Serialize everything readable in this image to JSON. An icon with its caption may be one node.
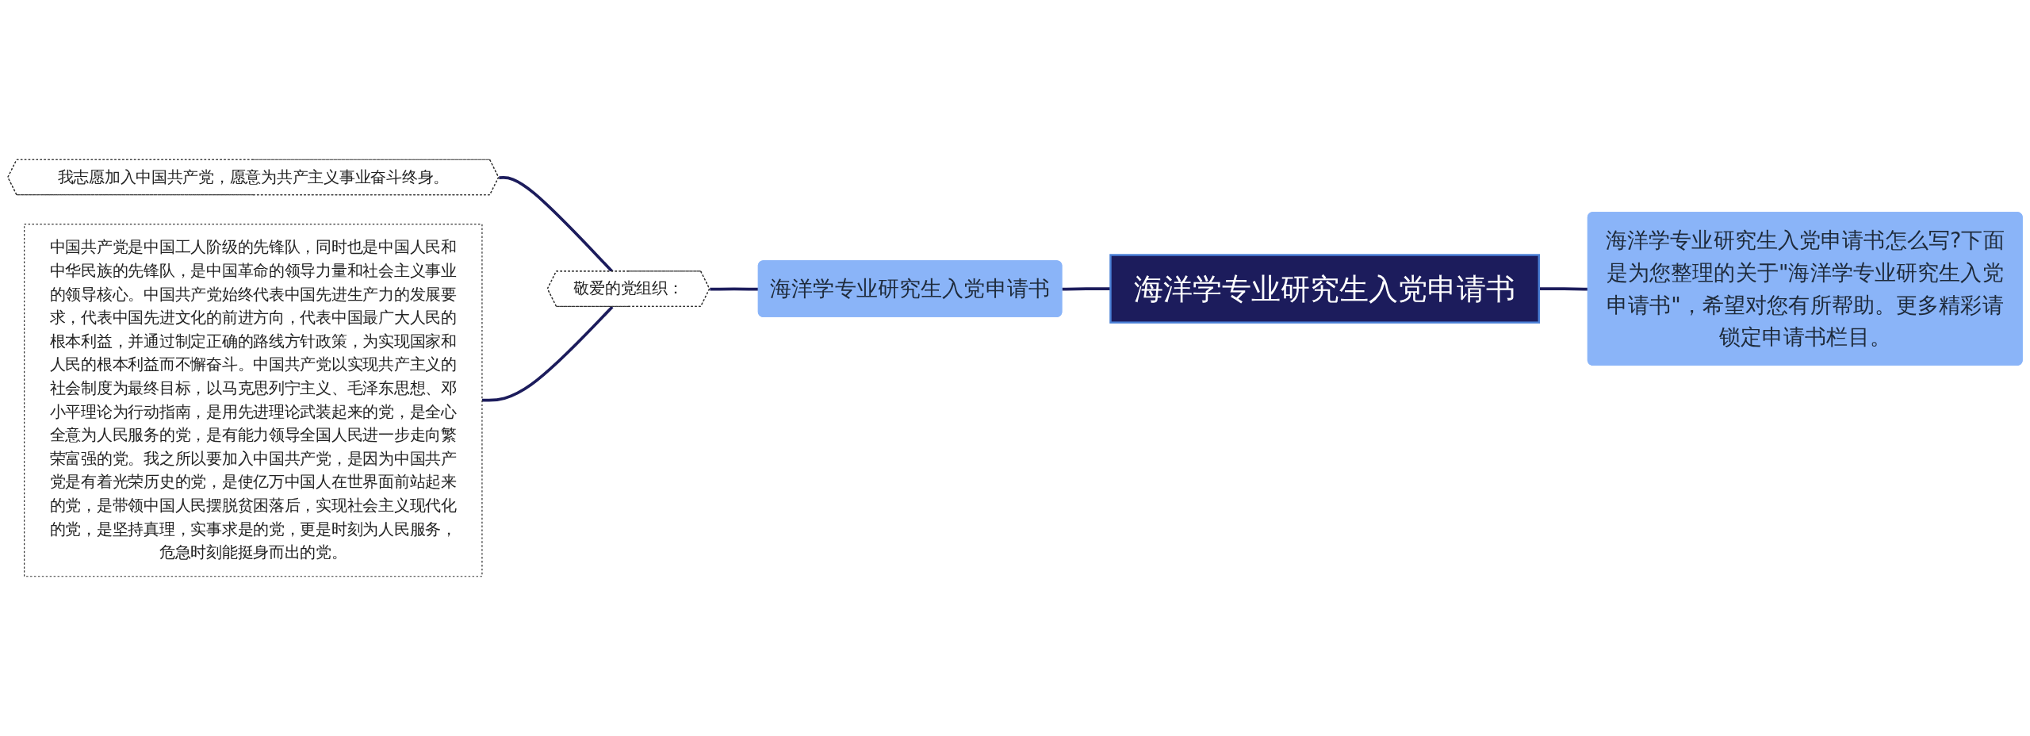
{
  "diagram": {
    "nodes": [
      {
        "text": [
          "海洋学专业研究生入党申请书"
        ]
      },
      {
        "text": [
          "海洋学专业研究生入党申请书怎么写?下面是为您整理的关于\"海洋学专业研究生入党申请书\"，希望对您有所帮助。更多精彩请锁定申请书栏目。"
        ]
      },
      {
        "text": [
          "海洋学专业研究生入党申请书"
        ]
      },
      {
        "text": [
          "敬爱的党组织："
        ]
      },
      {
        "text": [
          "我志愿加入中国共产党，愿意为共产主义事业奋斗终身。"
        ]
      },
      {
        "text": [
          "中国共产党是中国工人阶级的先锋队，同时也是中国人民和中华民族的先锋队，是中国革命的领导力量和社会主义事业的领导核心。中国共产党始终代表中国先进生产力的发展要求，代表中国先进文化的前进方向，代表中国最广大人民的根本利益，并通过制定正确的路线方针政策，为实现国家和人民的根本利益而不懈奋斗。中国共产党以实现共产主义的社会制度为最终目标，以马克思列宁主义、毛泽东思想、邓小平理论为行动指南，是用先进理论武装起来的党，是全心全意为人民服务的党，是有能力领导全国人民进一步走向繁荣富强的党。我之所以要加入中国共产党，是因为中国共产党是有着光荣历史的党，是使亿万中国人在世界面前站起来的党，是带领中国人民摆脱贫困落后，实现社会主义现代化的党，是坚持真理，实事求是的党，更是时刻为人民服务，危急时刻能挺身而出的党。"
        ]
      }
    ],
    "edges": [
      {
        "from": 0,
        "to": 1,
        "arrow": "none"
      },
      {
        "from": 2,
        "to": 0,
        "arrow": "none"
      },
      {
        "from": 3,
        "to": 2,
        "arrow": "none"
      },
      {
        "from": 4,
        "to": 3,
        "arrow": "none"
      },
      {
        "from": 5,
        "to": 3,
        "arrow": "none"
      }
    ]
  }
}
